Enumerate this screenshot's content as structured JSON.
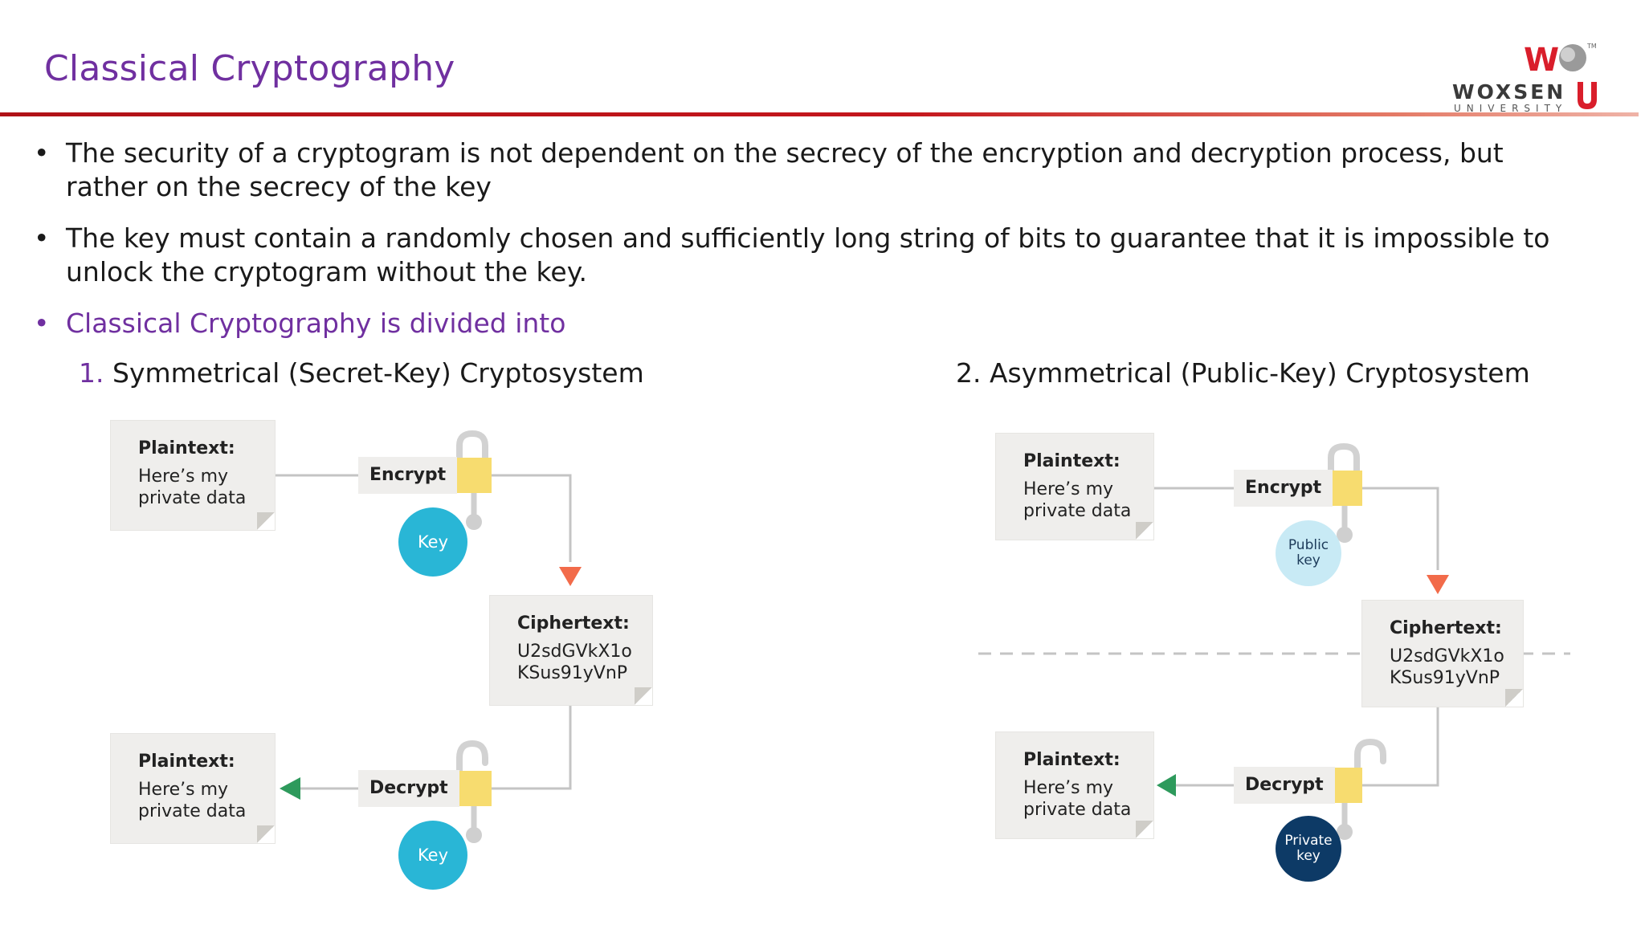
{
  "slide": {
    "title": "Classical Cryptography",
    "bullets": [
      "The security of a cryptogram is not dependent on the secrecy of the encryption and decryption process, but rather on the secrecy of the key",
      "The key must contain a randomly chosen and sufficiently long string of bits to guarantee that it is impossible to unlock the cryptogram without the key.",
      "Classical Cryptography is divided into"
    ],
    "item1_num": "1.",
    "item1_text": "Symmetrical (Secret-Key) Cryptosystem",
    "item2_text": "2. Asymmetrical (Public-Key) Cryptosystem"
  },
  "logo": {
    "name": "WOXSEN",
    "sub": "UNIVERSITY",
    "tm": "TM"
  },
  "colors": {
    "title": "#7030a0",
    "rule": "#c4161c",
    "lock": "#f7dc6f",
    "key_sym": "#29b6d6",
    "public_key": "#c8eaf5",
    "private_key": "#0d3a66",
    "arrow_down": "#f26b4a",
    "arrow_left": "#2e9a5c"
  },
  "symmetric": {
    "plain_in": {
      "title": "Plaintext:",
      "body": "Here’s my\nprivate data"
    },
    "encrypt": "Encrypt",
    "key1": "Key",
    "cipher": {
      "title": "Ciphertext:",
      "body": "U2sdGVkX1o\nKSus91yVnP"
    },
    "decrypt": "Decrypt",
    "key2": "Key",
    "plain_out": {
      "title": "Plaintext:",
      "body": "Here’s my\nprivate data"
    }
  },
  "asymmetric": {
    "plain_in": {
      "title": "Plaintext:",
      "body": "Here’s my\nprivate data"
    },
    "encrypt": "Encrypt",
    "public_key": "Public\nkey",
    "cipher": {
      "title": "Ciphertext:",
      "body": "U2sdGVkX1o\nKSus91yVnP"
    },
    "decrypt": "Decrypt",
    "private_key": "Private\nkey",
    "plain_out": {
      "title": "Plaintext:",
      "body": "Here’s my\nprivate data"
    }
  }
}
